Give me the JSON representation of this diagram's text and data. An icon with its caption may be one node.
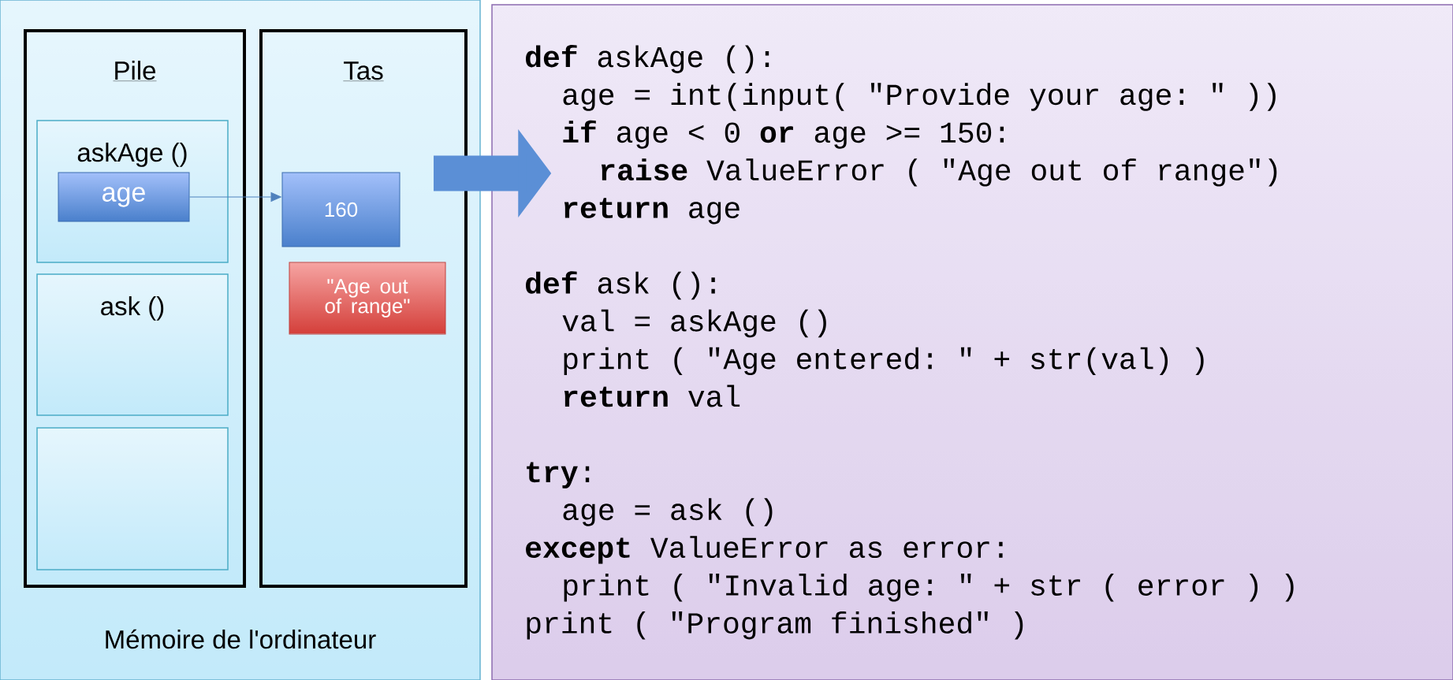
{
  "diagram": {
    "nodes": [
      {
        "text": [
          "Mémoire de l'ordinateur"
        ]
      },
      {
        "text": [
          "Pile"
        ],
        "in": 0
      },
      {
        "text": [
          "Tas"
        ],
        "in": 0
      },
      {
        "text": [
          "askAge ()"
        ],
        "in": 1
      },
      {
        "text": [
          "age"
        ],
        "in": 3
      },
      {
        "text": [
          "ask ()"
        ],
        "in": 1
      },
      {
        "text": [],
        "shape": "box",
        "in": 1
      },
      {
        "text": [
          "160"
        ],
        "in": 2
      },
      {
        "text": [
          "\"Age out of range\""
        ],
        "in": 2
      },
      {
        "text": [
          "**def** askAge ():",
          "age = int(input( \"Provide your age: \" ))",
          "**if** age < 0 **or** age >= 150:",
          "**raise** ValueError ( \"Age out of range\")",
          "**return** age",
          "**def** ask ():",
          "val = askAge ()",
          "print ( \"Age entered: \" + str(val) )",
          "**return** val",
          "**try**:",
          "age = ask ()",
          "**except** ValueError as error:",
          "print ( \"Invalid age: \" + str ( error ) )",
          "print ( \"Program finished\" )"
        ]
      }
    ],
    "edges": [
      {
        "from": 4,
        "to": 7,
        "arrow": "to"
      },
      {
        "from": null,
        "to": 9,
        "arrow": "to",
        "style": "thick"
      }
    ]
  }
}
